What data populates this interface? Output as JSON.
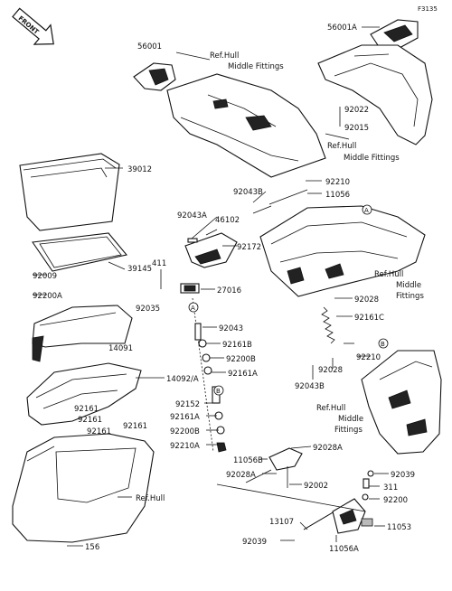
{
  "figure_id": "F3135",
  "front_badge": "FRONT",
  "parts": {
    "p56001": "56001",
    "p56001A": "56001A",
    "p92022": "92022",
    "p92015": "92015",
    "p39012": "39012",
    "p39145": "39145",
    "p92009": "92009",
    "p92200A": "92200A",
    "p14091": "14091",
    "p14092A": "14092/A",
    "p92161a": "92161",
    "p92161b": "92161",
    "p92161c": "92161",
    "p92161d": "92161",
    "p156": "156",
    "p92043B_top": "92043B",
    "p92210_top": "92210",
    "p11056": "11056",
    "p92043A": "92043A",
    "p46102": "46102",
    "p92172": "92172",
    "p411": "411",
    "p92035": "92035",
    "p27016": "27016",
    "p92043": "92043",
    "p92161B": "92161B",
    "p92200B": "92200B",
    "p92161A_top": "92161A",
    "p92152": "92152",
    "p92161A_bot": "92161A",
    "p92200B_bot": "92200B",
    "p92210A": "92210A",
    "p92028_top": "92028",
    "p92161C": "92161C",
    "p92210_mid": "92210",
    "p92028_mid": "92028",
    "p92043B_mid": "92043B",
    "p11056B": "11056B",
    "p92028A_r": "92028A",
    "p92028A_l": "92028A",
    "p92002": "92002",
    "p92039_r": "92039",
    "p311": "311",
    "p92200": "92200",
    "p13107": "13107",
    "p11053": "11053",
    "p92039_l": "92039",
    "p11056A": "11056A"
  },
  "callouts": {
    "A_top": "A",
    "A_mid": "A",
    "B_mid": "B",
    "B_right": "B"
  },
  "refs": {
    "top_line1": "Ref.Hull",
    "top_line2": "Middle Fittings",
    "rtop_line1": "Ref.Hull",
    "rtop_line2": "Middle Fittings",
    "rmid_line1": "Ref.Hull",
    "rmid_line2": "Middle",
    "rmid_line3": "Fittings",
    "rlow_line1": "Ref.Hull",
    "rlow_line2": "Middle",
    "rlow_line3": "Fittings",
    "bottom": "Ref.Hull"
  }
}
